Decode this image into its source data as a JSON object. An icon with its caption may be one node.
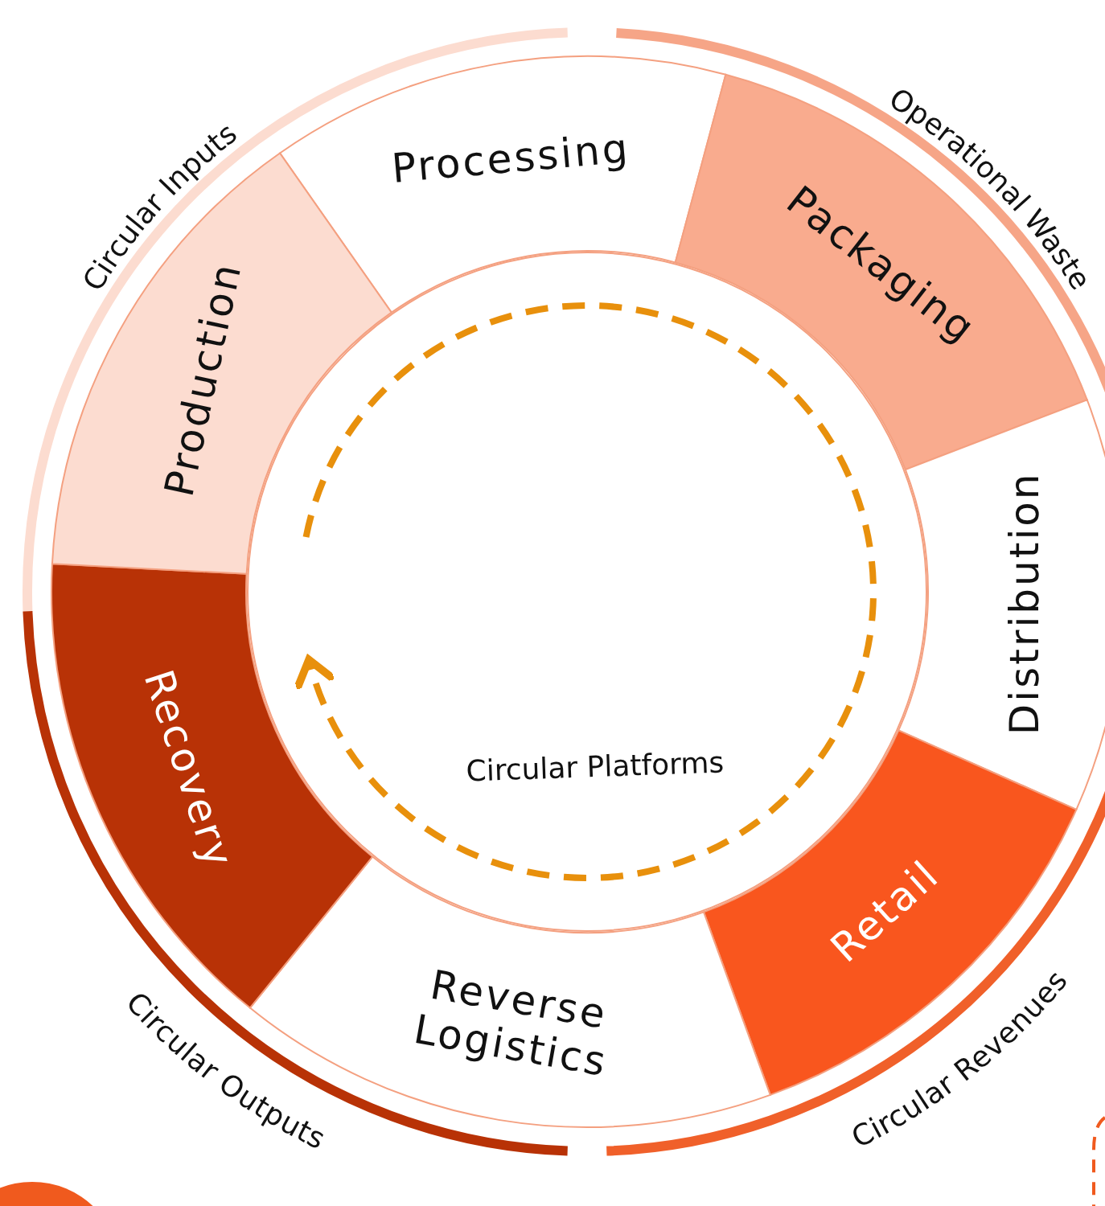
{
  "diagram": {
    "nodes": [
      {
        "text": [
          "Processing"
        ]
      },
      {
        "text": [
          "Packaging"
        ]
      },
      {
        "text": [
          "Distribution"
        ]
      },
      {
        "text": [
          "Retail"
        ]
      },
      {
        "text": [
          "Reverse Logistics"
        ]
      },
      {
        "text": [
          "Recovery"
        ]
      },
      {
        "text": [
          "Production"
        ]
      },
      {
        "text": [
          "Circular Platforms"
        ]
      }
    ],
    "edges": [],
    "labels": [
      "Circular Inputs",
      "Operational Waste",
      "Circular Revenues",
      "Circular Outputs"
    ]
  }
}
